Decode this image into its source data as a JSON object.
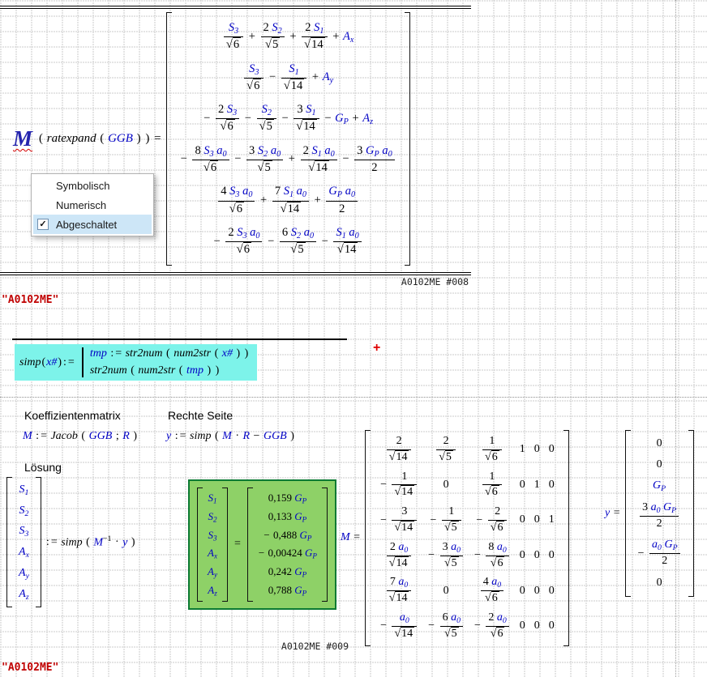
{
  "style": {
    "variable_color": "#0000c4",
    "cyan_background": "#7df3ea",
    "green_background": "#8ed167",
    "green_border": "#0c7a33",
    "menu_highlight": "#cde6f7",
    "string_red": "#c00000"
  },
  "math": {
    "functions": [
      "ratexpand",
      "simp",
      "str2num",
      "num2str",
      "Jacob"
    ]
  },
  "area1": {
    "operator_symbol": "M",
    "lhs": "( ratexpand ( GGB ) ) =",
    "matrix": {
      "rows": [
        [
          [
            {
              "f": [
                "S_3",
                "√6"
              ]
            },
            " + ",
            {
              "f": [
                "2 S_2",
                "√5"
              ]
            },
            " + ",
            {
              "f": [
                "2 S_1",
                "√14"
              ]
            },
            " + A_x"
          ]
        ],
        [
          [
            {
              "f": [
                "S_3",
                "√6"
              ]
            },
            " − ",
            {
              "f": [
                "S_1",
                "√14"
              ]
            },
            " + A_y"
          ]
        ],
        [
          [
            "− ",
            {
              "f": [
                "2 S_3",
                "√6"
              ]
            },
            " − ",
            {
              "f": [
                "S_2",
                "√5"
              ]
            },
            " − ",
            {
              "f": [
                "3 S_1",
                "√14"
              ]
            },
            " − G_P + A_z"
          ]
        ],
        [
          [
            "− ",
            {
              "f": [
                "8 S_3 a_0",
                "√6"
              ]
            },
            " − ",
            {
              "f": [
                "3 S_2 a_0",
                "√5"
              ]
            },
            " + ",
            {
              "f": [
                "2 S_1 a_0",
                "√14"
              ]
            },
            " − ",
            {
              "f": [
                "3 G_P a_0",
                "2"
              ]
            }
          ]
        ],
        [
          [
            {
              "f": [
                "4 S_3 a_0",
                "√6"
              ]
            },
            " + ",
            {
              "f": [
                "7 S_1 a_0",
                "√14"
              ]
            },
            " + ",
            {
              "f": [
                "G_P a_0",
                "2"
              ]
            }
          ]
        ],
        [
          [
            "− ",
            {
              "f": [
                "2 S_3 a_0",
                "√6"
              ]
            },
            " − ",
            {
              "f": [
                "6 S_2 a_0",
                "√5"
              ]
            },
            " − ",
            {
              "f": [
                "S_1 a_0",
                "√14"
              ]
            }
          ]
        ]
      ]
    },
    "tag": "A0102ME #008"
  },
  "menu": {
    "items": [
      "Symbolisch",
      "Numerisch",
      "Abgeschaltet"
    ],
    "checkmark": "✓"
  },
  "strings": {
    "top": "\"A0102ME\"",
    "bottom": "\"A0102ME\""
  },
  "simp_region": {
    "lhs": "simp ( x# ) :=",
    "line1": "tmp := str2num ( num2str ( x# ) )",
    "line2": "str2num ( num2str ( tmp ) )"
  },
  "cursor": {
    "plus": "+"
  },
  "section2": {
    "label_coeff": "Koeffizientenmatrix",
    "label_rhs": "Rechte Seite",
    "eq_matrix_def": "M := Jacob ( GGB ; R )",
    "eq_rhs_def": "y := simp ( M · R − GGB )",
    "label_solution": "Lösung",
    "unknown_vector": {
      "rows": [
        [
          "S_1"
        ],
        [
          "S_2"
        ],
        [
          "S_3"
        ],
        [
          "A_x"
        ],
        [
          "A_y"
        ],
        [
          "A_z"
        ]
      ]
    },
    "assign": ":= simp ( M^{−1} · y )",
    "result_labels": {
      "rows": [
        [
          "S_1"
        ],
        [
          "S_2"
        ],
        [
          "S_3"
        ],
        [
          "A_x"
        ],
        [
          "A_y"
        ],
        [
          "A_z"
        ]
      ]
    },
    "equals": "=",
    "result_values": {
      "rows": [
        [
          [
            "0,159 G_P"
          ]
        ],
        [
          [
            "0,133 G_P"
          ]
        ],
        [
          [
            "− 0,488 G_P"
          ]
        ],
        [
          [
            "− 0,00424 G_P"
          ]
        ],
        [
          [
            "0,242 G_P"
          ]
        ],
        [
          [
            "0,788 G_P"
          ]
        ]
      ]
    },
    "m_lhs": "M =",
    "m_matrix": {
      "rows": [
        [
          [
            {
              "f": [
                "2",
                "√14"
              ]
            }
          ],
          [
            {
              "f": [
                "2",
                "√5"
              ]
            }
          ],
          [
            {
              "f": [
                "1",
                "√6"
              ]
            }
          ],
          "1",
          "0",
          "0"
        ],
        [
          [
            "− ",
            {
              "f": [
                "1",
                "√14"
              ]
            }
          ],
          "0",
          [
            {
              "f": [
                "1",
                "√6"
              ]
            }
          ],
          "0",
          "1",
          "0"
        ],
        [
          [
            "− ",
            {
              "f": [
                "3",
                "√14"
              ]
            }
          ],
          [
            "− ",
            {
              "f": [
                "1",
                "√5"
              ]
            }
          ],
          [
            "− ",
            {
              "f": [
                "2",
                "√6"
              ]
            }
          ],
          "0",
          "0",
          "1"
        ],
        [
          [
            {
              "f": [
                "2 a_0",
                "√14"
              ]
            }
          ],
          [
            "− ",
            {
              "f": [
                "3 a_0",
                "√5"
              ]
            }
          ],
          [
            "− ",
            {
              "f": [
                "8 a_0",
                "√6"
              ]
            }
          ],
          "0",
          "0",
          "0"
        ],
        [
          [
            {
              "f": [
                "7 a_0",
                "√14"
              ]
            }
          ],
          "0",
          [
            {
              "f": [
                "4 a_0",
                "√6"
              ]
            }
          ],
          "0",
          "0",
          "0"
        ],
        [
          [
            "− ",
            {
              "f": [
                "a_0",
                "√14"
              ]
            }
          ],
          [
            "− ",
            {
              "f": [
                "6 a_0",
                "√5"
              ]
            }
          ],
          [
            "− ",
            {
              "f": [
                "2 a_0",
                "√6"
              ]
            }
          ],
          "0",
          "0",
          "0"
        ]
      ]
    },
    "y_lhs": "y =",
    "y_vector": {
      "rows": [
        [
          "0"
        ],
        [
          "0"
        ],
        [
          "G_P"
        ],
        [
          [
            {
              "f": [
                "3 a_0 G_P",
                "2"
              ]
            }
          ]
        ],
        [
          [
            "− ",
            {
              "f": [
                "a_0 G_P",
                "2"
              ]
            }
          ]
        ],
        [
          "0"
        ]
      ]
    },
    "tag": "A0102ME #009"
  }
}
